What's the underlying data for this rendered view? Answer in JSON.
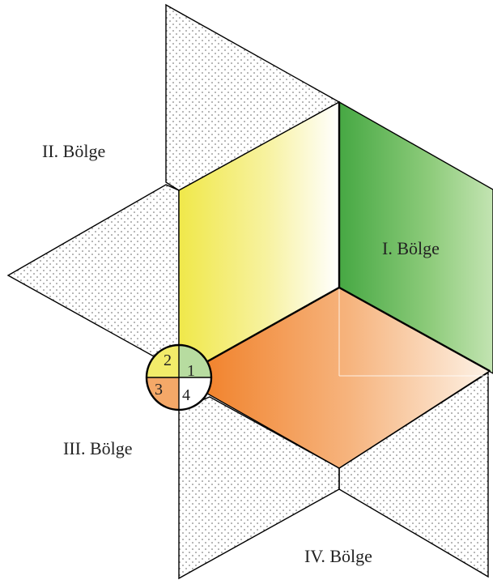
{
  "regions": {
    "first": "I. Bölge",
    "second": "II. Bölge",
    "third": "III. Bölge",
    "fourth": "IV. Bölge"
  },
  "quadrants": {
    "q1": "1",
    "q2": "2",
    "q3": "3",
    "q4": "4"
  },
  "colors": {
    "green": "#4caf50",
    "yellow": "#f0e84a",
    "orange": "#f08020",
    "dots": "#555555",
    "edge": "#000000"
  }
}
